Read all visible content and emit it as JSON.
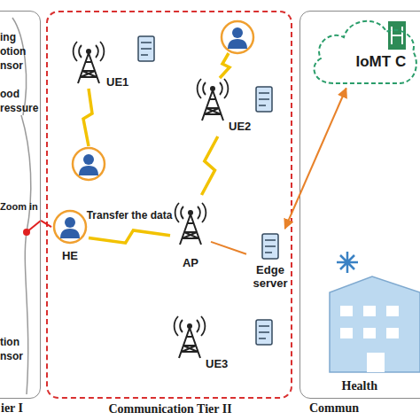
{
  "diagram": {
    "nodes": [
      {
        "text": [
          "ier I"
        ]
      },
      {
        "text": [
          "Communication Tier II"
        ]
      },
      {
        "text": [
          "UE1"
        ],
        "in": 1
      },
      {
        "text": [
          "UE2"
        ],
        "in": 1
      },
      {
        "text": [
          "HE"
        ],
        "in": 1
      },
      {
        "text": [
          "AP"
        ],
        "in": 1
      },
      {
        "text": [
          "Edge server"
        ],
        "in": 1
      },
      {
        "text": [
          "UE3"
        ],
        "in": 1
      },
      {
        "text": [
          "Commun"
        ]
      },
      {
        "text": [
          "IoMT C"
        ],
        "in": 8
      },
      {
        "text": [
          "Health"
        ],
        "in": 8
      }
    ],
    "edges": [
      {
        "from": 0,
        "to": 4,
        "label": "Zoom in",
        "arrow": "none"
      },
      {
        "from": 4,
        "to": 5,
        "label": "Transfer the data",
        "arrow": "none"
      },
      {
        "from": 3,
        "to": 5,
        "arrow": "none"
      },
      {
        "from": 5,
        "to": 6,
        "arrow": "none"
      },
      {
        "from": 6,
        "to": 9,
        "arrow": "both"
      }
    ],
    "labels": [
      "ing",
      "otion",
      "nsor",
      "ood",
      "ressure",
      "tion",
      "nsor"
    ]
  }
}
